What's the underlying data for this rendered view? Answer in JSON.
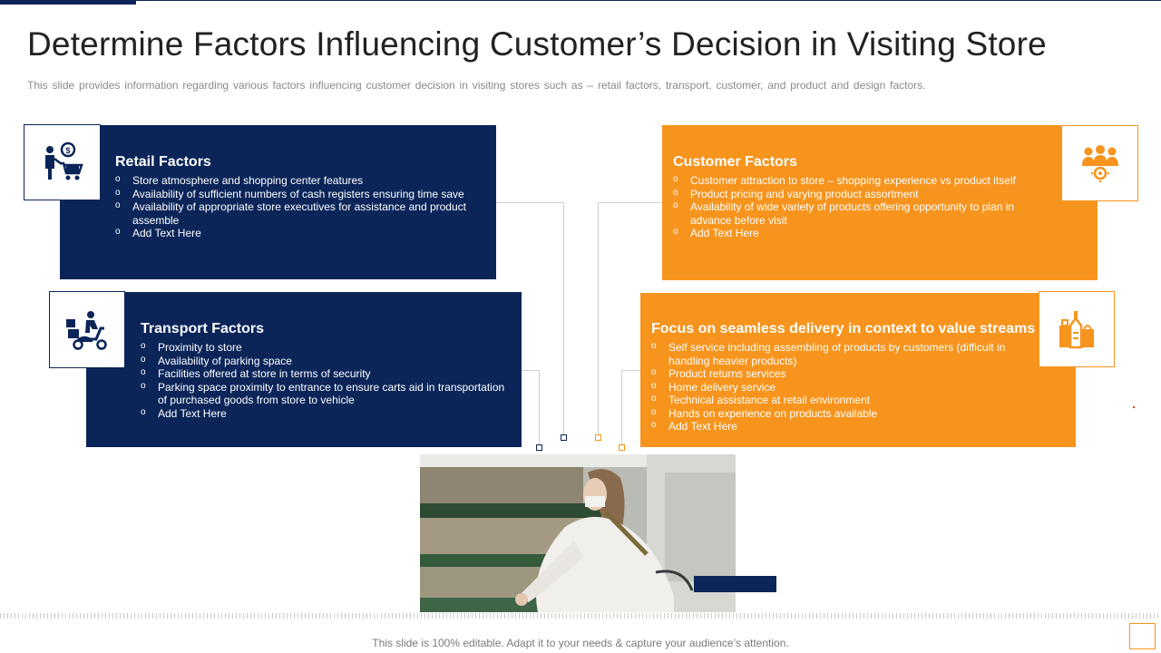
{
  "title": "Determine Factors Influencing Customer’s Decision in Visiting Store",
  "subtitle": "This slide provides information regarding various factors influencing customer decision in visiting stores such as – retail factors, transport, customer, and product and design factors.",
  "retail": {
    "heading": "Retail Factors",
    "icon": "shopper-cart-icon",
    "items": [
      "Store atmosphere and shopping center features",
      "Availability of sufficient numbers of cash registers ensuring time save",
      "Availability of appropriate store executives for assistance and product assemble",
      "Add Text Here"
    ]
  },
  "transport": {
    "heading": "Transport Factors",
    "icon": "scooter-delivery-icon",
    "items": [
      "Proximity to store",
      "Availability of parking space",
      "Facilities offered at store in terms of security",
      "Parking space proximity to entrance to ensure carts aid in transportation of purchased goods from store to vehicle",
      "Add Text Here"
    ]
  },
  "customer": {
    "heading": "Customer Factors",
    "icon": "customer-group-icon",
    "items": [
      "Customer attraction to store – shopping experience vs product itself",
      "Product pricing and varying product assortment",
      "Availability of wide variety of products offering opportunity to plan in advance before visit",
      "Add Text Here"
    ]
  },
  "delivery": {
    "heading": "Focus on seamless delivery in context to value streams",
    "icon": "grocery-bags-icon",
    "items": [
      "Self service including assembling of products by customers (difficult in handling heavier products)",
      "Product returns services",
      "Home delivery service",
      "Technical assistance at retail environment",
      "Hands on experience on products available",
      "Add Text Here"
    ]
  },
  "footer": "This slide is 100% editable. Adapt it to your needs & capture your audience’s attention.",
  "colors": {
    "navy": "#0b2559",
    "orange": "#f7941d"
  }
}
